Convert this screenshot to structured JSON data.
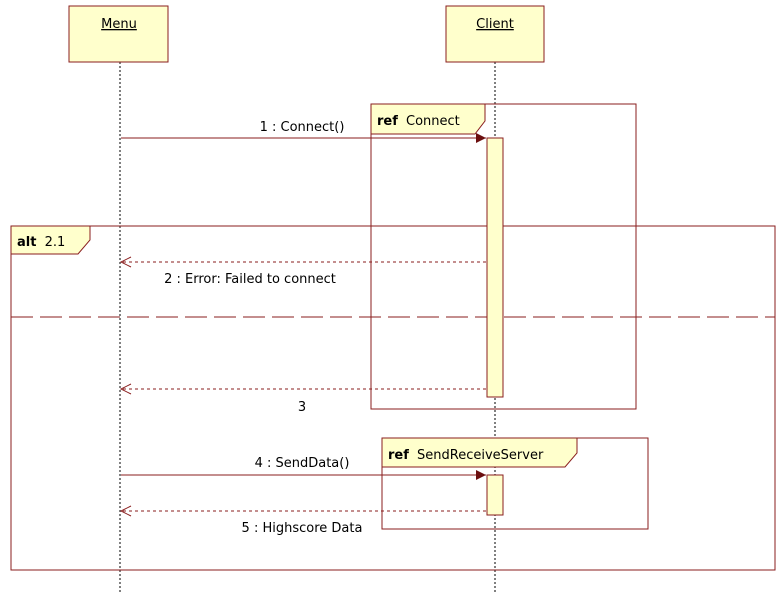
{
  "lifelines": {
    "menu": {
      "name": "Menu"
    },
    "client": {
      "name": "Client"
    }
  },
  "fragments": {
    "ref_connect": {
      "keyword": "ref",
      "name": "Connect"
    },
    "alt": {
      "keyword": "alt",
      "guard": "2.1"
    },
    "ref_sendreceive": {
      "keyword": "ref",
      "name": "SendReceiveServer"
    }
  },
  "messages": [
    {
      "label": "1 : Connect()"
    },
    {
      "label": "2 : Error: Failed to connect"
    },
    {
      "label": "3"
    },
    {
      "label": "4 : SendData()"
    },
    {
      "label": "5 : Highscore Data"
    }
  ],
  "colors": {
    "box_fill": "#ffffcc",
    "box_stroke": "#8a1e1e",
    "line": "#8a1e1e",
    "lifeline": "#000000"
  }
}
